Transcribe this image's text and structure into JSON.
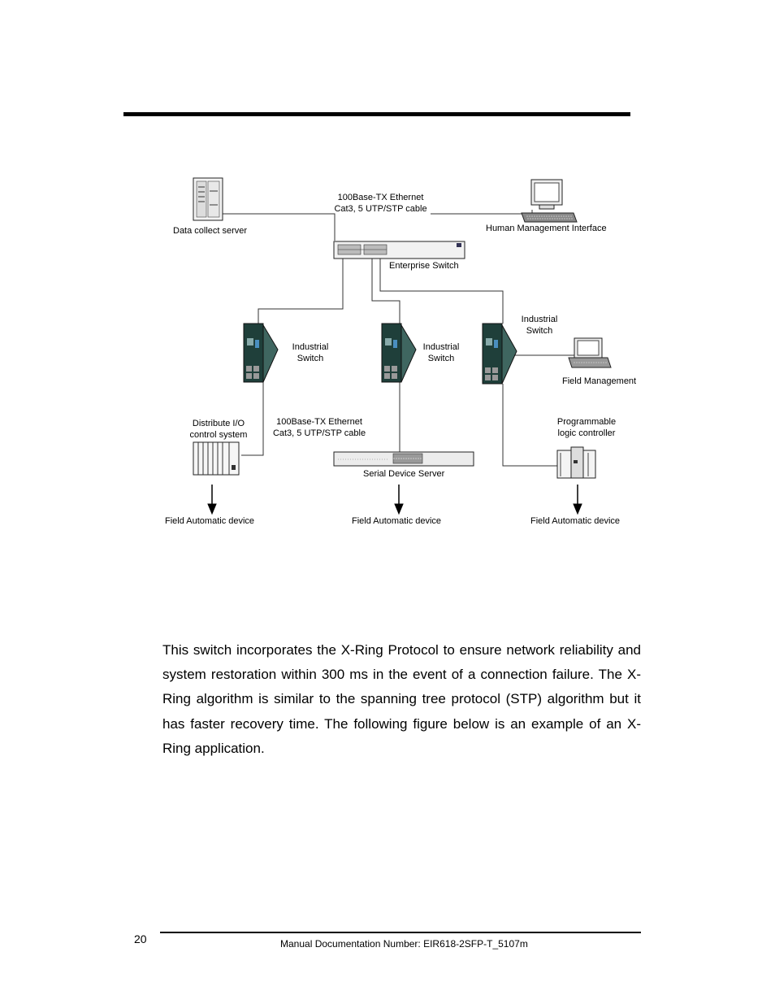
{
  "diagram": {
    "labels": {
      "cable_top_line1": "100Base-TX Ethernet",
      "cable_top_line2": "Cat3, 5 UTP/STP cable",
      "data_collect_server": "Data collect server",
      "human_mgmt": "Human Management Interface",
      "enterprise_switch": "Enterprise Switch",
      "industrial_switch_line1": "Industrial",
      "industrial_switch_line2": "Switch",
      "field_management": "Field Management",
      "distribute_io_line1": "Distribute I/O",
      "distribute_io_line2": "control system",
      "cable_mid_line1": "100Base-TX Ethernet",
      "cable_mid_line2": "Cat3, 5 UTP/STP cable",
      "plc_line1": "Programmable",
      "plc_line2": "logic controller",
      "serial_device_server": "Serial Device Server",
      "field_automatic_device": "Field Automatic device"
    }
  },
  "body": {
    "paragraph": "This switch incorporates the X-Ring Protocol to ensure network reliability and system restoration within 300 ms in the event of a connection failure. The X-Ring algorithm is similar to the spanning tree protocol (STP) algorithm but it has faster recovery time. The following figure below is an example of an X-Ring application."
  },
  "footer": {
    "page_number": "20",
    "doc_number": "Manual Documentation Number: EIR618-2SFP-T_5107m"
  }
}
